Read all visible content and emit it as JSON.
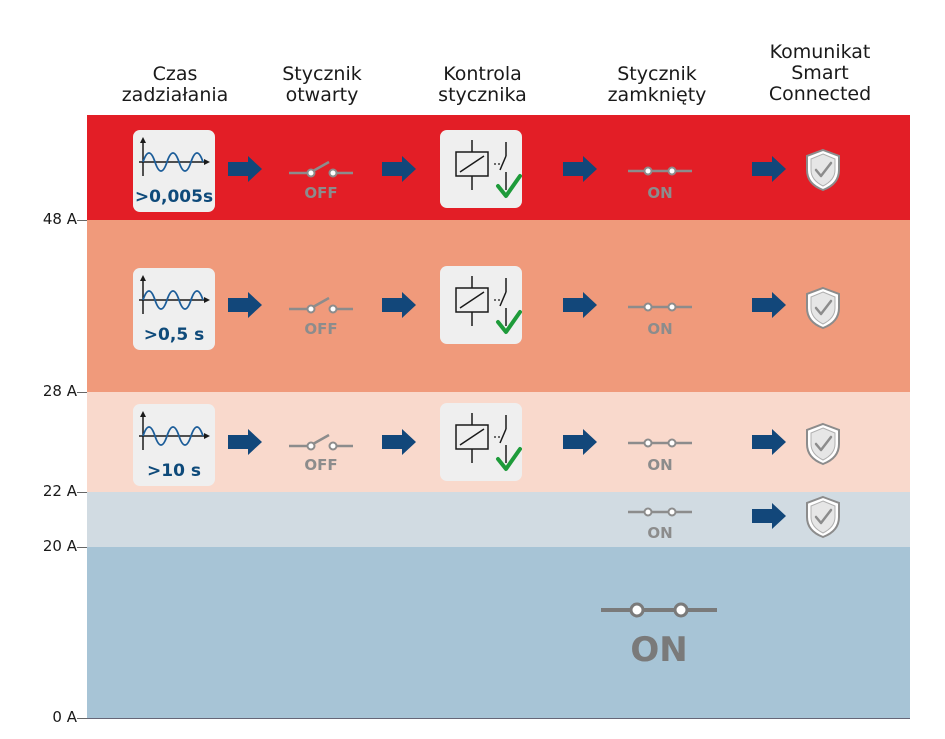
{
  "headers": {
    "col1": [
      "Czas",
      "zadziałania"
    ],
    "col2": [
      "Stycznik",
      "otwarty"
    ],
    "col3": [
      "Kontrola",
      "stycznika"
    ],
    "col4": [
      "Stycznik",
      "zamknięty"
    ],
    "col5": [
      "Komunikat",
      "Smart",
      "Connected"
    ]
  },
  "y_labels": [
    "48 A",
    "28 A",
    "22 A",
    "20 A",
    "0 A"
  ],
  "rows": [
    {
      "time": ">0,005s",
      "off": "OFF",
      "on": "ON"
    },
    {
      "time": ">0,5 s",
      "off": "OFF",
      "on": "ON"
    },
    {
      "time": ">10 s",
      "off": "OFF",
      "on": "ON"
    },
    {
      "on": "ON"
    }
  ],
  "bottom_on": "ON",
  "colors": {
    "band1": "#e31e26",
    "band2": "#f09a7b",
    "band3": "#f9d9cc",
    "band4": "#d1dbe2",
    "band5": "#a7c4d6",
    "arrow": "#12477a",
    "check": "#1e9b3a",
    "gray": "#8c8c8c"
  }
}
